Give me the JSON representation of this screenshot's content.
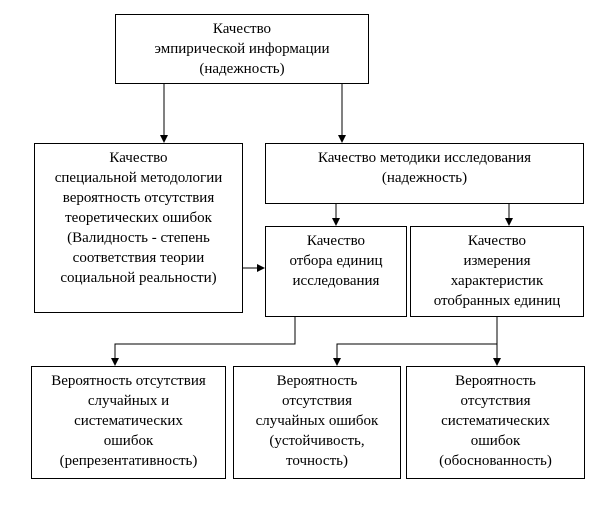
{
  "boxes": {
    "top": [
      "Качество",
      "эмпирической информации",
      "(надежность)"
    ],
    "spec": [
      "Качество",
      "специальной методологии",
      "вероятность отсутствия",
      "теоретических ошибок",
      "(Валидность - степень",
      "соответствия теории",
      "социальной реальности)"
    ],
    "method": [
      "Качество методики исследования",
      "(надежность)"
    ],
    "selection": [
      "Качество",
      "отбора единиц",
      "исследования"
    ],
    "measurement": [
      "Качество",
      "измерения",
      "характеристик",
      "отобранных единиц"
    ],
    "prob_both": [
      "Вероятность отсутствия",
      "случайных и",
      "систематических",
      "ошибок",
      "(репрезентативность)"
    ],
    "prob_random": [
      "Вероятность",
      "отсутствия",
      "случайных ошибок",
      "(устойчивость,",
      "точность)"
    ],
    "prob_systematic": [
      "Вероятность",
      "отсутствия",
      "систематических",
      "ошибок",
      "(обоснованность)"
    ]
  }
}
